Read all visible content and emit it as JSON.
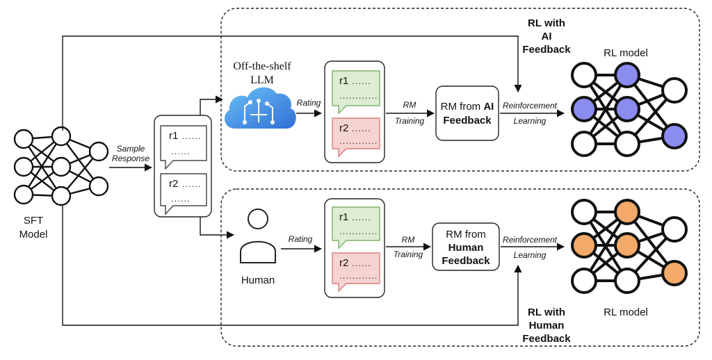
{
  "sft_model": {
    "line1": "SFT",
    "line2": "Model"
  },
  "edges": {
    "sample_response": [
      "Sample",
      "Response"
    ],
    "rating_top": "Rating",
    "rating_bottom": "Rating",
    "rm_training_top": [
      "RM",
      "Training"
    ],
    "rm_training_bottom": [
      "RM",
      "Training"
    ],
    "reinforcement_top": [
      "Reinforcement",
      "Learning"
    ],
    "reinforcement_bottom": [
      "Reinforcement",
      "Learning"
    ]
  },
  "responses": {
    "r1_label": "r1",
    "r2_label": "r2",
    "dots": "......",
    "dots2": "............"
  },
  "llm": {
    "line1": "Off-the-shelf",
    "line2": "LLM"
  },
  "human": {
    "label": "Human"
  },
  "rm_ai": {
    "line1": "RM from",
    "line1_bold": "AI",
    "line2": "Feedback"
  },
  "rm_human": {
    "line1": "RM from",
    "line2": "Human",
    "line3": "Feedback"
  },
  "rl_ai_title": [
    "RL with",
    "AI",
    "Feedback"
  ],
  "rl_human_title": [
    "RL with",
    "Human",
    "Feedback"
  ],
  "rl_model_top": "RL model",
  "rl_model_bottom": "RL model",
  "colors": {
    "ai_node": "#8a8cf0",
    "human_node": "#f2a969",
    "cloud": "#3d8ee0",
    "r1_fill": "#dcedd3",
    "r1_stroke": "#7fb06a",
    "r2_fill": "#f5d3d0",
    "r2_stroke": "#d9807a"
  }
}
